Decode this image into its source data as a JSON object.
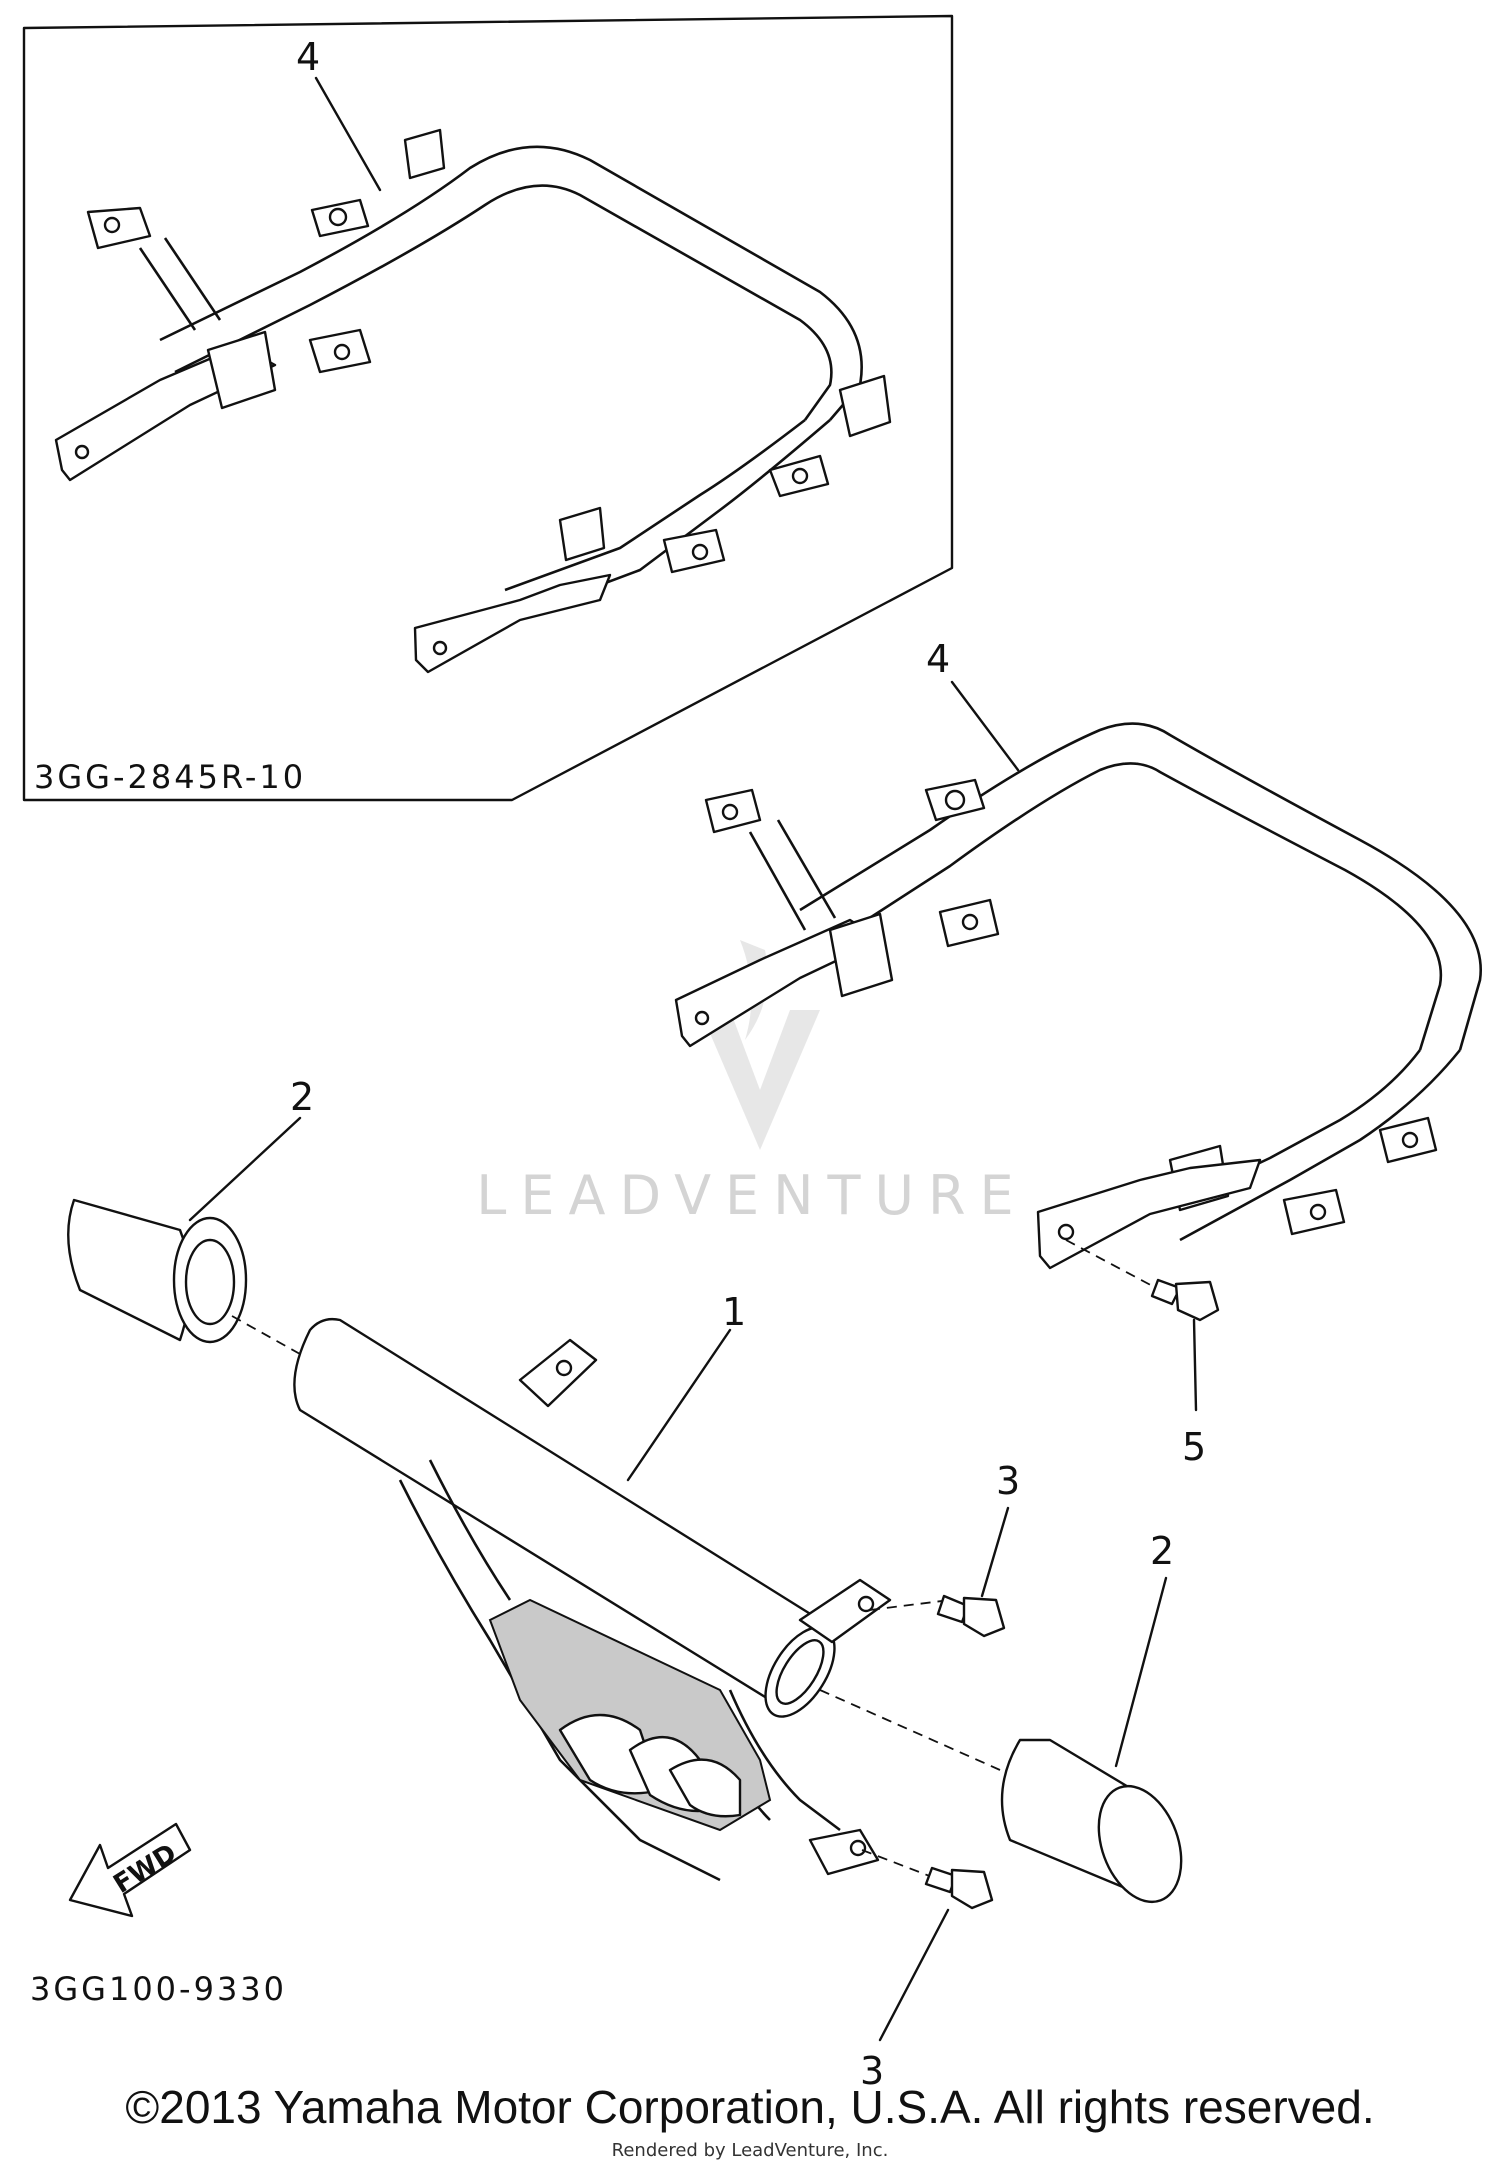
{
  "diagram": {
    "inset_code": "3GG-2845R-10",
    "diagram_code": "3GG100-9330",
    "watermark": "LEADVENTURE",
    "fwd_label": "FWD",
    "callouts": {
      "inset_guard": "4",
      "guard_frame": "4",
      "end_cap_left": "2",
      "end_cap_right": "2",
      "main_bar": "1",
      "bolt_upper": "3",
      "bolt_lower": "3",
      "bolt_guard": "5"
    }
  },
  "footer": {
    "copyright": "©2013 Yamaha Motor Corporation, U.S.A. All rights reserved.",
    "rendered_by": "Rendered by LeadVenture, Inc."
  }
}
